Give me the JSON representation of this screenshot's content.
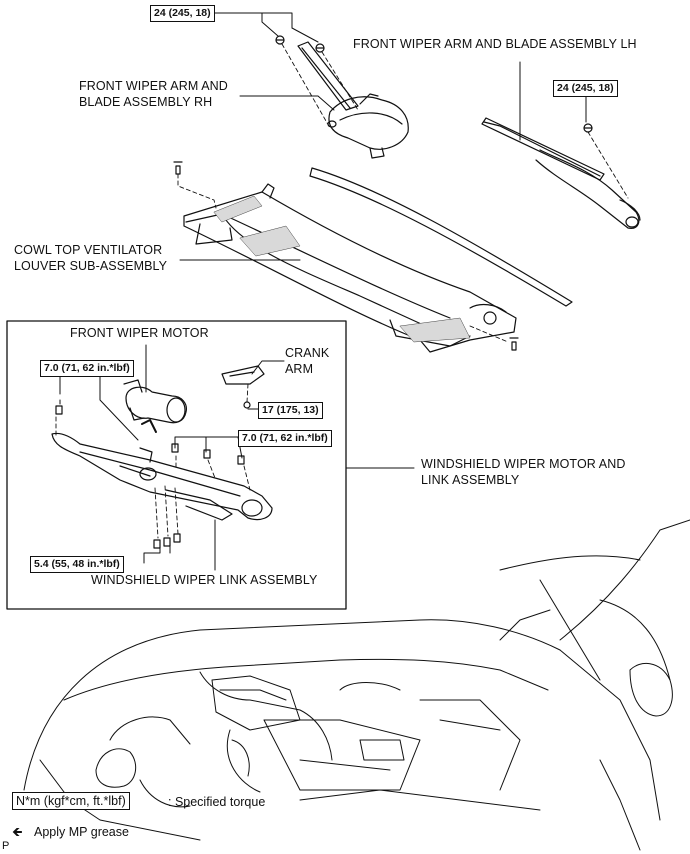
{
  "labels": {
    "arm_lh": "FRONT WIPER ARM AND BLADE ASSEMBLY LH",
    "arm_rh_line1": "FRONT WIPER ARM AND",
    "arm_rh_line2": "BLADE ASSEMBLY RH",
    "cowl_line1": "COWL TOP VENTILATOR",
    "cowl_line2": "LOUVER SUB-ASSEMBLY",
    "motor": "FRONT WIPER MOTOR",
    "crank_line1": "CRANK",
    "crank_line2": "ARM",
    "motor_link_line1": "WINDSHIELD WIPER MOTOR AND",
    "motor_link_line2": "LINK ASSEMBLY",
    "link": "WINDSHIELD WIPER LINK ASSEMBLY"
  },
  "torques": {
    "arm_rh": "24 (245, 18)",
    "arm_lh": "24 (245, 18)",
    "motor_bolt": "7.0 (71, 62 in.*lbf)",
    "link_bolts": "7.0 (71, 62 in.*lbf)",
    "crank_nut": "17 (175, 13)",
    "link_lower": "5.4 (55, 48 in.*lbf)"
  },
  "legend": {
    "torque_box": "N*m (kgf*cm, ft.*lbf)",
    "torque_desc": ": Specified torque",
    "grease_icon": "left-arrow-icon",
    "grease_desc": "Apply MP grease"
  },
  "corner_mark": "P"
}
